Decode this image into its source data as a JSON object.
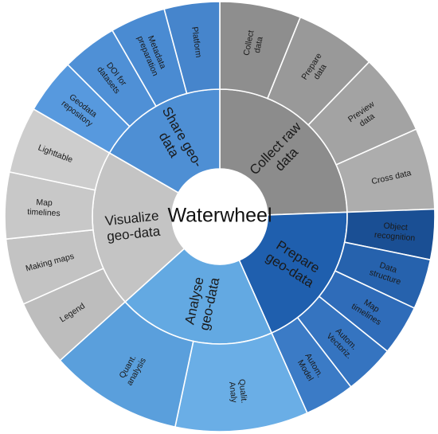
{
  "center_label": "Waterwheel",
  "colors": {
    "background": "#ffffff",
    "center": "#ffffff",
    "separator": "#ffffff"
  },
  "sectors": [
    {
      "id": "collect",
      "label_lines": [
        "Collect raw",
        "data"
      ],
      "start_deg": 0,
      "end_deg": 88,
      "inner_color": "#8c8c8c",
      "outer_colors": [
        "#8e8e8e",
        "#999999",
        "#a3a3a3",
        "#adadad"
      ],
      "items": [
        "Collect data",
        "Prepare data",
        "Preview data",
        "Cross data"
      ]
    },
    {
      "id": "prepare",
      "label_lines": [
        "Prepare",
        "geo-data"
      ],
      "start_deg": 88,
      "end_deg": 156,
      "inner_color": "#1f5fae",
      "outer_colors": [
        "#1a4f94",
        "#2662ad",
        "#2f6cb9",
        "#3574c0",
        "#3b7bc6"
      ],
      "items": [
        "Object recognition",
        "Data structure",
        "Map timelines",
        "Autom. Vectoriz.",
        "Autom. Model"
      ]
    },
    {
      "id": "analyse",
      "label_lines": [
        "Analyse",
        "geo-data"
      ],
      "start_deg": 156,
      "end_deg": 228,
      "inner_color": "#63a9e2",
      "outer_colors": [
        "#6aaee6",
        "#5a9fdc"
      ],
      "items": [
        "Qualit. Analy",
        "Quant. analysis"
      ]
    },
    {
      "id": "visualize",
      "label_lines": [
        "Visualize",
        "geo-data"
      ],
      "start_deg": 228,
      "end_deg": 300,
      "inner_color": "#c4c4c4",
      "outer_colors": [
        "#bdbdbd",
        "#c3c3c3",
        "#c8c8c8",
        "#cdcdcd"
      ],
      "items": [
        "Legend",
        "Making maps",
        "Map timelines",
        "Lighttable"
      ]
    },
    {
      "id": "share",
      "label_lines": [
        "Share geo-",
        "data"
      ],
      "start_deg": 300,
      "end_deg": 360,
      "inner_color": "#4e8fd4",
      "outer_colors": [
        "#5799de",
        "#4f90d6",
        "#4a8bd2",
        "#4685cc"
      ],
      "items": [
        "Geodata repository",
        "DOI for datasets",
        "Metadata preparation",
        "Platform"
      ]
    }
  ]
}
